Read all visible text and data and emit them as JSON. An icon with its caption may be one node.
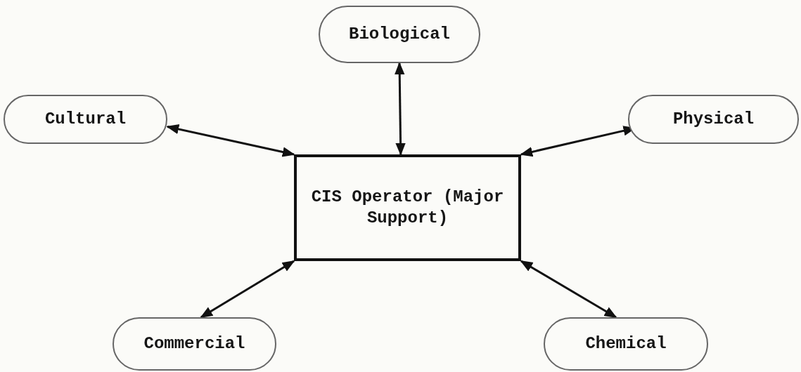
{
  "diagram": {
    "nodes": [
      {
        "text": [
          "Biological"
        ]
      },
      {
        "text": [
          "Cultural"
        ]
      },
      {
        "text": [
          "Physical"
        ]
      },
      {
        "text": [
          "CIS Operator (Major Support)"
        ]
      },
      {
        "text": [
          "Commercial"
        ]
      },
      {
        "text": [
          "Chemical"
        ]
      }
    ],
    "edges": [
      {
        "from": 3,
        "to": 0,
        "arrow": "both"
      },
      {
        "from": 3,
        "to": 1,
        "arrow": "both"
      },
      {
        "from": 3,
        "to": 2,
        "arrow": "both"
      },
      {
        "from": 3,
        "to": 4,
        "arrow": "both"
      },
      {
        "from": 3,
        "to": 5,
        "arrow": "both"
      }
    ]
  }
}
